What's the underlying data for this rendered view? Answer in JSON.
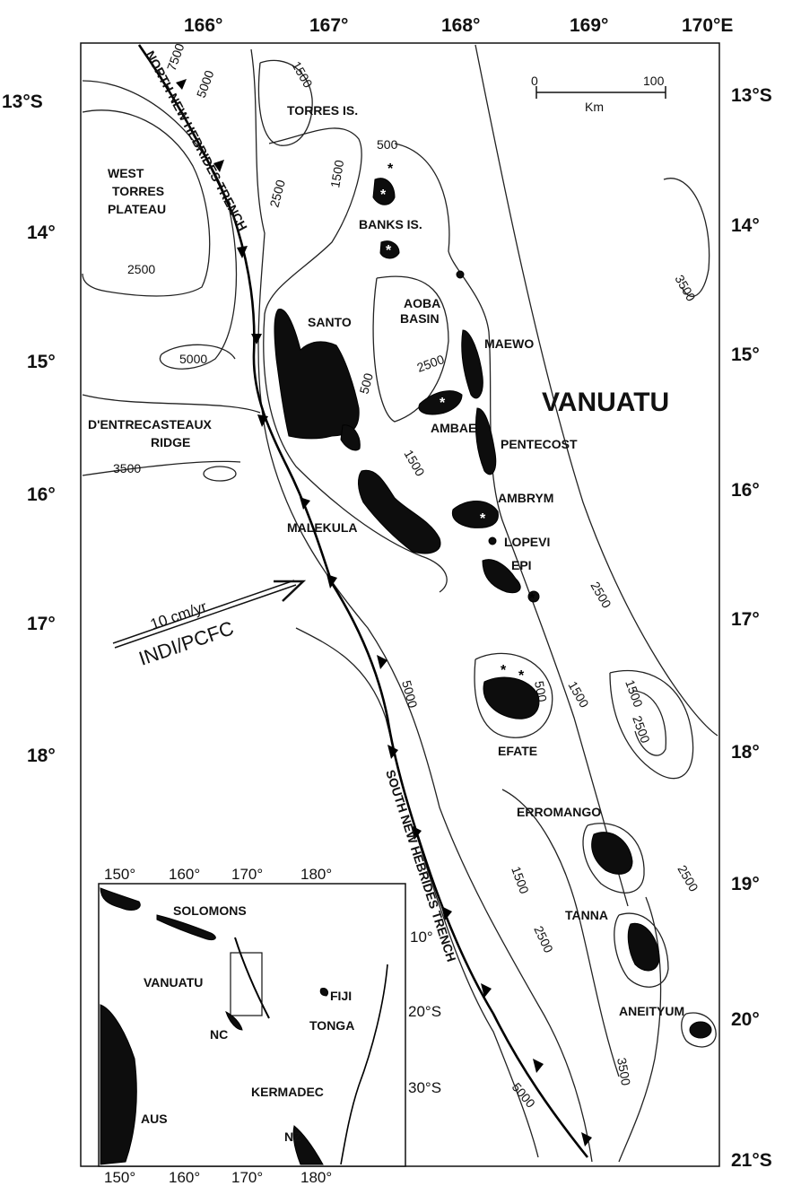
{
  "axes": {
    "top_lon": [
      "166°",
      "167°",
      "168°",
      "169°",
      "170°E"
    ],
    "left_lat": [
      "13°S",
      "14°",
      "15°",
      "16°",
      "17°",
      "18°"
    ],
    "right_lat": [
      "13°S",
      "14°",
      "15°",
      "16°",
      "17°",
      "18°",
      "19°",
      "20°",
      "21°S"
    ]
  },
  "scale": {
    "zero": "0",
    "hundred": "100",
    "unit": "Km"
  },
  "country": "VANUATU",
  "islands": {
    "torres": "TORRES IS.",
    "banks": "BANKS IS.",
    "santo": "SANTO",
    "aoba_basin_1": "AOBA",
    "aoba_basin_2": "BASIN",
    "maewo": "MAEWO",
    "ambae": "AMBAE",
    "pentecost": "PENTECOST",
    "ambrym": "AMBRYM",
    "malekula": "MALEKULA",
    "lopevi": "LOPEVI",
    "epi": "EPI",
    "efate": "EFATE",
    "erromango": "ERROMANGO",
    "tanna": "TANNA",
    "aneityum": "ANEITYUM"
  },
  "features": {
    "west_torres_1": "WEST",
    "west_torres_2": "TORRES",
    "west_torres_3": "PLATEAU",
    "dentrecasteaux_1": "D'ENTRECASTEAUX",
    "dentrecasteaux_2": "RIDGE",
    "north_trench": "NORTH NEW HEBRIDES TRENCH",
    "south_trench": "SOUTH NEW HEBRIDES TRENCH"
  },
  "plate_motion": {
    "rate": "10 cm/yr",
    "label": "INDI/PCFC"
  },
  "contours": {
    "c7500": "7500",
    "c5000": "5000",
    "c3500": "3500",
    "c2500": "2500",
    "c1500": "1500",
    "c500": "500"
  },
  "inset": {
    "top_lon": [
      "150°",
      "160°",
      "170°",
      "180°"
    ],
    "bottom_lon": [
      "150°",
      "160°",
      "170°",
      "180°"
    ],
    "lat": [
      "10°",
      "20°S",
      "30°S"
    ],
    "labels": {
      "solomons": "SOLOMONS",
      "vanuatu": "VANUATU",
      "fiji": "FIJI",
      "tonga": "TONGA",
      "nc": "NC",
      "kermadec": "KERMADEC",
      "aus": "AUS",
      "nz": "NZ"
    }
  }
}
